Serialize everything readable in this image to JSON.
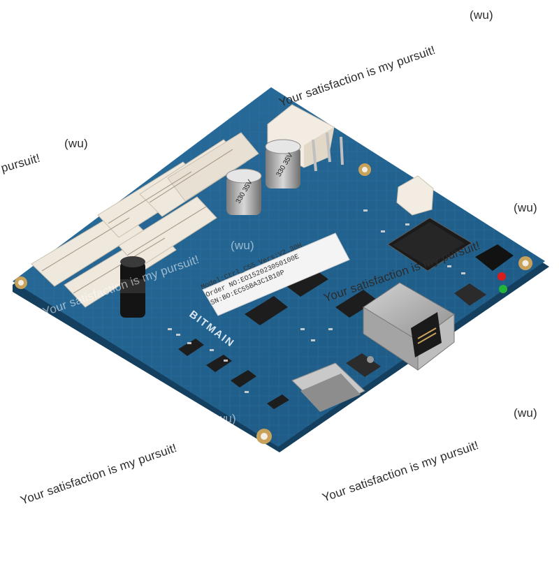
{
  "image": {
    "subject": "Controller board photo",
    "board": {
      "brand": "BITMAIN",
      "label_lines": [
        "Model:Ctrl_C55 Vers:V2.30H",
        "Order NO:EO152023050100E",
        "SN:BO:EC55BA3C1B10P"
      ],
      "capacitor_text_1": "330 35V",
      "capacitor_text_2": "330 35V"
    },
    "watermark": {
      "text": "Your satisfaction is my pursuit!",
      "short_text": "pursuit!",
      "tag": "(wu)"
    },
    "colors": {
      "pcb": "#1f5f8c",
      "pcb_edge": "#174d73",
      "connector": "#f1ebe0",
      "chip": "#1c1c1c",
      "gold": "#c8a25a",
      "ethernet_shell": "#b8b8b8",
      "led_red": "#d81b1b",
      "led_green": "#22b33a"
    }
  }
}
